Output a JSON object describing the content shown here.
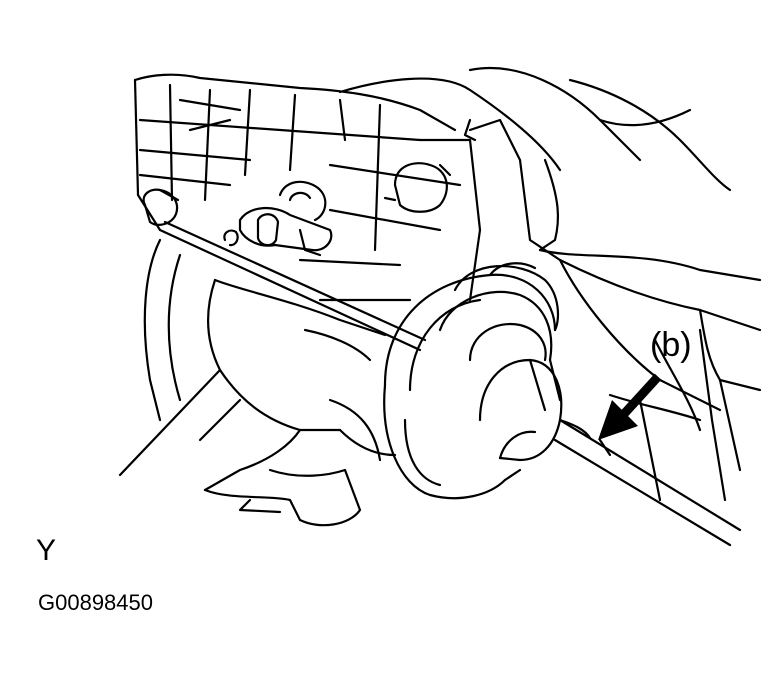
{
  "figure": {
    "callout": "(b)",
    "view_label": "Y",
    "code": "G00898450"
  },
  "icons": {
    "arrow": "arrow-down-left-icon"
  },
  "colors": {
    "ink": "#000000",
    "paper": "#ffffff"
  }
}
